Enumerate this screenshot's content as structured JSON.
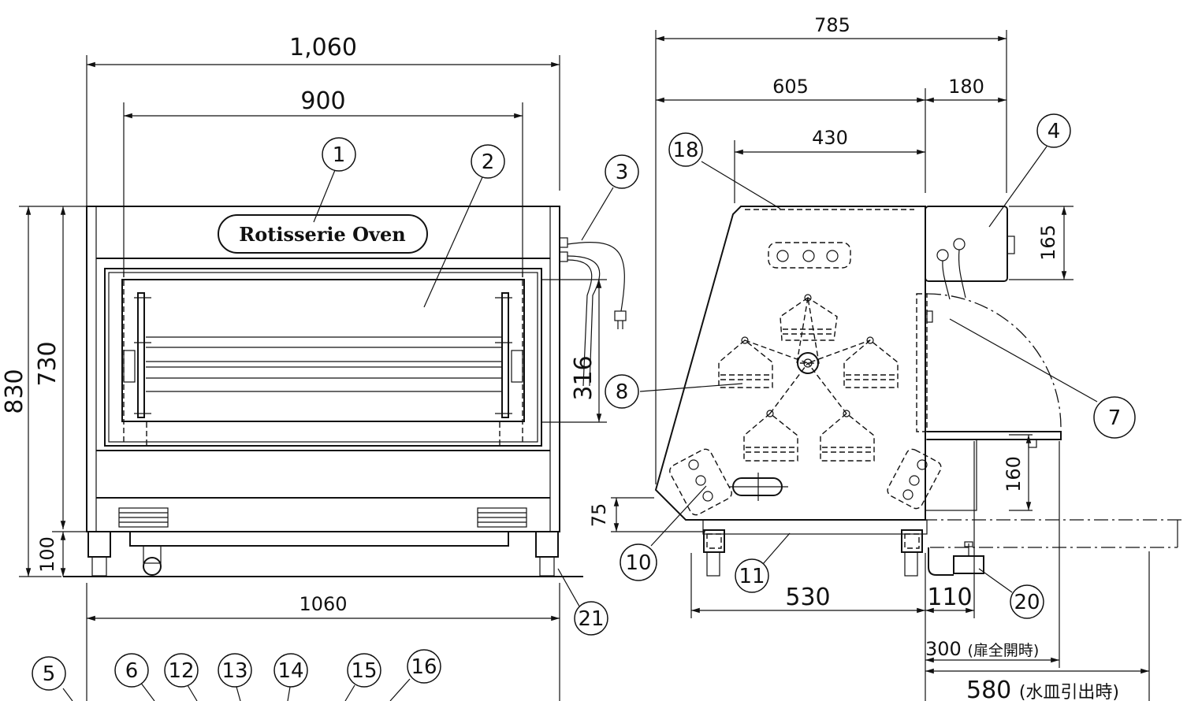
{
  "product_label": "Rotisserie Oven",
  "dimensions": {
    "front_overall_width": "1,060",
    "front_inner_width": "900",
    "front_overall_height": "830",
    "front_body_height": "730",
    "front_leg_height": "100",
    "front_window_height": "316",
    "base_width": "1060",
    "side_overall_depth": "785",
    "side_body_depth": "605",
    "side_box_depth": "180",
    "side_top_width": "430",
    "side_box_height": "165",
    "side_lower_height": "160",
    "side_bevel_height": "75",
    "side_leg_span": "530",
    "side_drain_offset": "110",
    "door_open_clearance": "300",
    "door_open_note": "(扉全開時)",
    "tray_pull_clearance": "580",
    "tray_pull_note": "(水皿引出時)"
  },
  "callouts": [
    "1",
    "2",
    "3",
    "4",
    "5",
    "6",
    "7",
    "8",
    "10",
    "11",
    "12",
    "13",
    "14",
    "15",
    "16",
    "18",
    "20",
    "21"
  ]
}
